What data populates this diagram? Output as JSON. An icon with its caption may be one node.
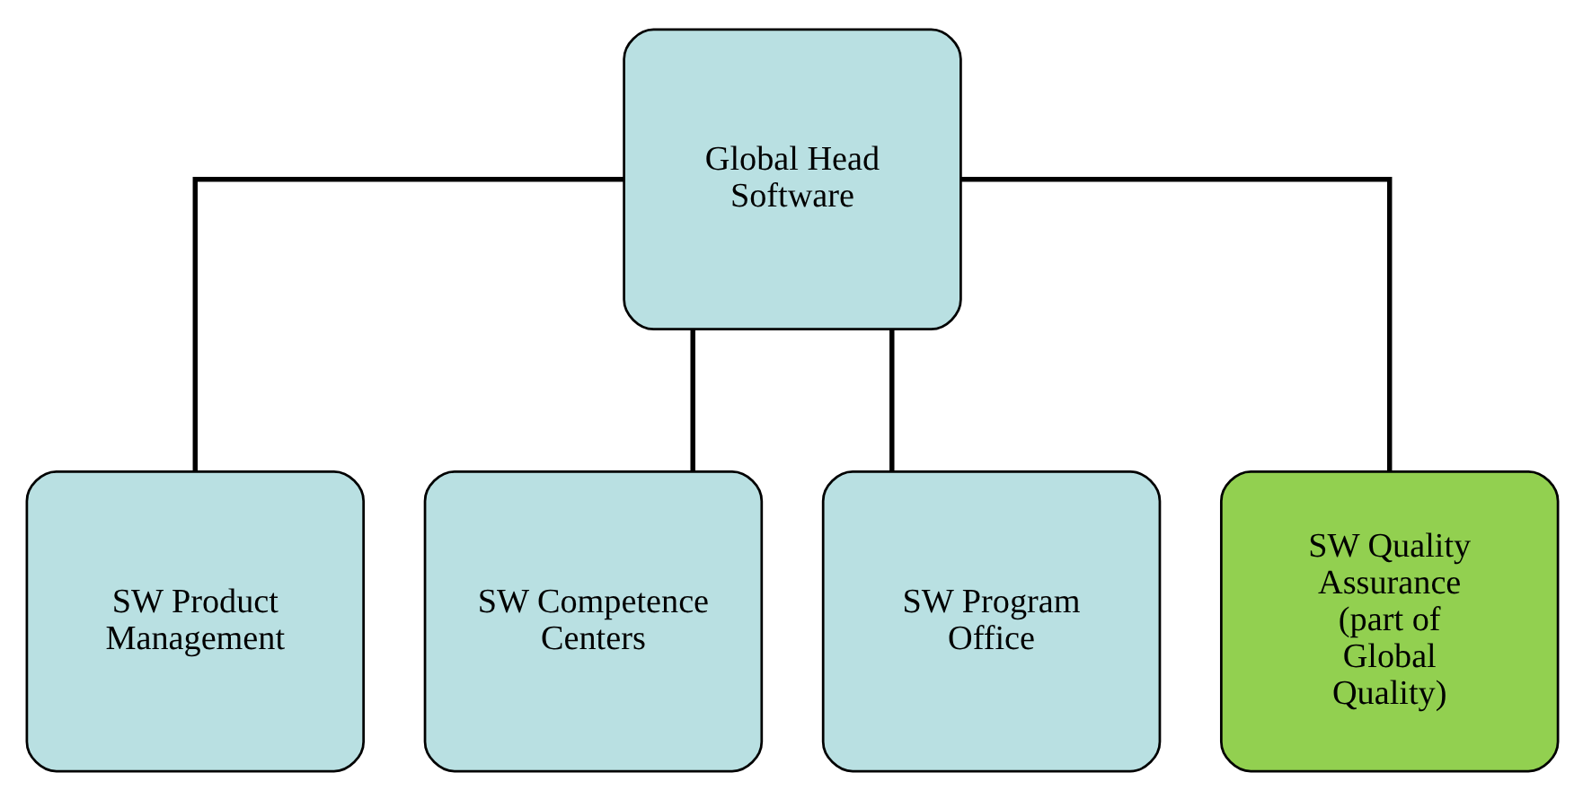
{
  "diagram": {
    "nodes": [
      {
        "text": [
          "Global Head Software"
        ]
      },
      {
        "text": [
          "SW Product Management"
        ]
      },
      {
        "text": [
          "SW Competence Centers"
        ]
      },
      {
        "text": [
          "SW Program Office"
        ]
      },
      {
        "text": [
          "SW Quality Assurance (part of Global Quality)"
        ]
      }
    ],
    "edges": [
      {
        "from": 0,
        "to": 1,
        "arrow": "none"
      },
      {
        "from": 0,
        "to": 2,
        "arrow": "none"
      },
      {
        "from": 0,
        "to": 3,
        "arrow": "none"
      },
      {
        "from": 0,
        "to": 4,
        "arrow": "none"
      }
    ]
  }
}
